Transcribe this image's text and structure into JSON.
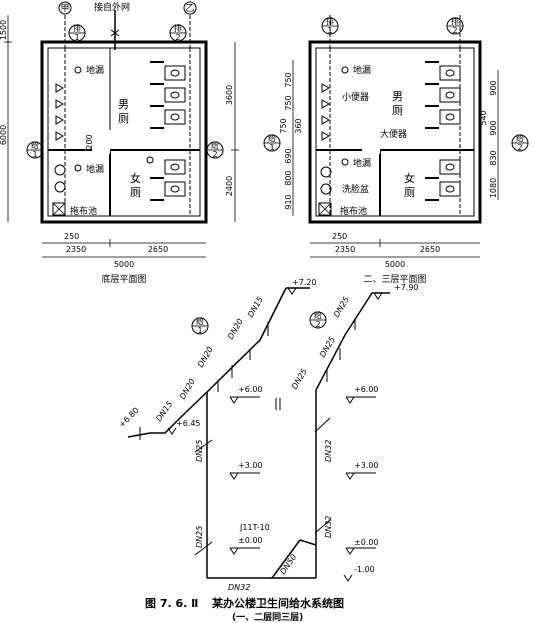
{
  "plan_ground": {
    "caption": "底层平面图",
    "top_note": "接自外网",
    "circle_jia": "甲",
    "circle_yi": "乙",
    "pai1": {
      "top": "排",
      "bottom": "1"
    },
    "pai2": {
      "top": "排",
      "bottom": "2"
    },
    "gei1": {
      "top": "给",
      "bottom": "1"
    },
    "gei2": {
      "top": "给",
      "bottom": "2"
    },
    "floor_drain_1": "地漏",
    "floor_drain_2": "地漏",
    "mop_sink": "拖布池",
    "men_room_1": "男",
    "men_room_2": "厕",
    "women_room_1": "女",
    "women_room_2": "厕",
    "dim_left_top": "1500",
    "dim_left_main": "6000",
    "dim_right_top": "3600",
    "dim_right_bottom": "2400",
    "dim_200": "200",
    "dim_250": "250",
    "dim_2350": "2350",
    "dim_2650": "2650",
    "dim_5000": "5000"
  },
  "plan_upper": {
    "caption": "二、三层平面图",
    "pai1": {
      "top": "排",
      "bottom": "1"
    },
    "pai2": {
      "top": "排",
      "bottom": "2"
    },
    "gei1": {
      "top": "给",
      "bottom": "1"
    },
    "gei2": {
      "top": "给",
      "bottom": "2"
    },
    "floor_drain_1": "地漏",
    "floor_drain_2": "地漏",
    "urinal": "小便器",
    "toilet": "大便器",
    "washbasin": "洗脸盆",
    "mop_sink": "拖布池",
    "men_room_1": "男",
    "men_room_2": "厕",
    "women_room_1": "女",
    "women_room_2": "厕",
    "dim_l_750a": "750",
    "dim_l_750b": "750",
    "dim_l_750c": "750",
    "dim_l_360": "360",
    "dim_l_690": "690",
    "dim_l_800": "800",
    "dim_l_910": "910",
    "dim_r_900a": "900",
    "dim_r_540": "540",
    "dim_r_900b": "900",
    "dim_r_830": "830",
    "dim_r_1080": "1080",
    "dim_250": "250",
    "dim_2350": "2350",
    "dim_2650": "2650",
    "dim_5000": "5000"
  },
  "system": {
    "gei1": {
      "top": "给",
      "bottom": "1"
    },
    "gei2": {
      "top": "给",
      "bottom": "2"
    },
    "el_720": "+7.20",
    "el_790": "+7.90",
    "el_600a": "+6.00",
    "el_600b": "+6.00",
    "el_680": "+6.80",
    "el_645": "+6.45",
    "el_300a": "+3.00",
    "el_300b": "+3.00",
    "el_000a": "±0.00",
    "el_000b": "±0.00",
    "el_m100": "-1.00",
    "meter": "J11T-10",
    "dn15a": "DN15",
    "dn20a": "DN20",
    "dn20b": "DN20",
    "dn20c": "DN20",
    "dn15b": "DN15",
    "dn25a": "DN25",
    "dn25b": "DN25",
    "dn25c": "DN25",
    "dn25d": "DN25",
    "dn25e": "DN25",
    "dn32a": "DN32",
    "dn32b": "DN32",
    "dn32c": "DN32",
    "dn50": "DN50"
  },
  "figure": {
    "number": "图 7. 6. Ⅱ",
    "title_line1": "某办公楼卫生间给水系统图",
    "title_line2": "(一、二层同三层)"
  }
}
